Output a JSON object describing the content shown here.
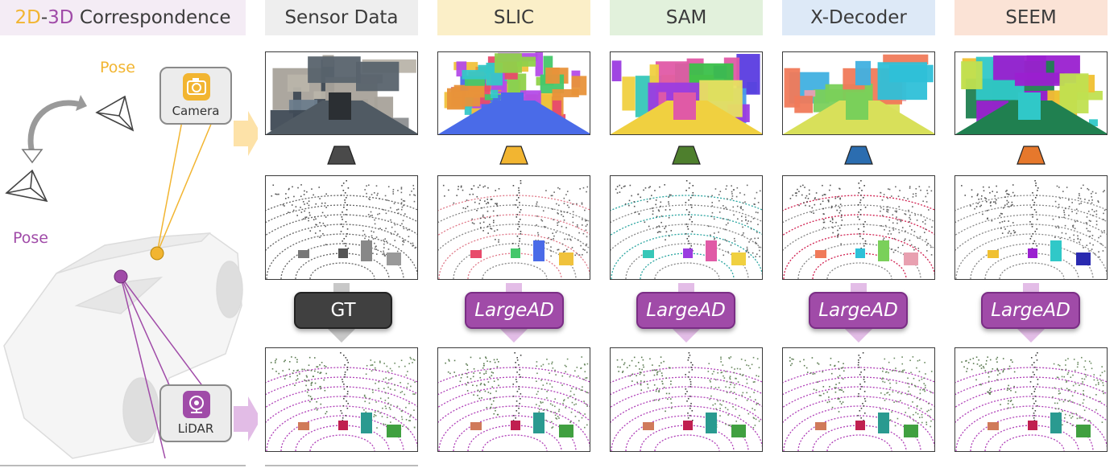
{
  "header": {
    "title_2d": "2D",
    "title_dash": "-",
    "title_3d": "3D",
    "title_rest": " Correspondence",
    "columns": [
      "Sensor Data",
      "SLIC",
      "SAM",
      "X-Decoder",
      "SEEM"
    ]
  },
  "left": {
    "pose_camera": "Pose",
    "pose_lidar": "Pose",
    "camera_label": "Camera",
    "lidar_label": "LiDAR"
  },
  "buttons": {
    "gt": "GT",
    "largead": "LargeAD"
  },
  "colors": {
    "accent_orange": "#f2b531",
    "accent_purple": "#a04ba8",
    "header_bgs": [
      "#eeeeee",
      "#fbefc8",
      "#e2f1dc",
      "#dde9f7",
      "#fbe3d6"
    ],
    "trapezoids": [
      "#4a4a4a",
      "#f2b531",
      "#4e7f2d",
      "#2b6db0",
      "#e6782c"
    ]
  },
  "icons": [
    "camera-icon",
    "lidar-icon",
    "pose-frustum-icon",
    "rotation-arrow-icon"
  ]
}
